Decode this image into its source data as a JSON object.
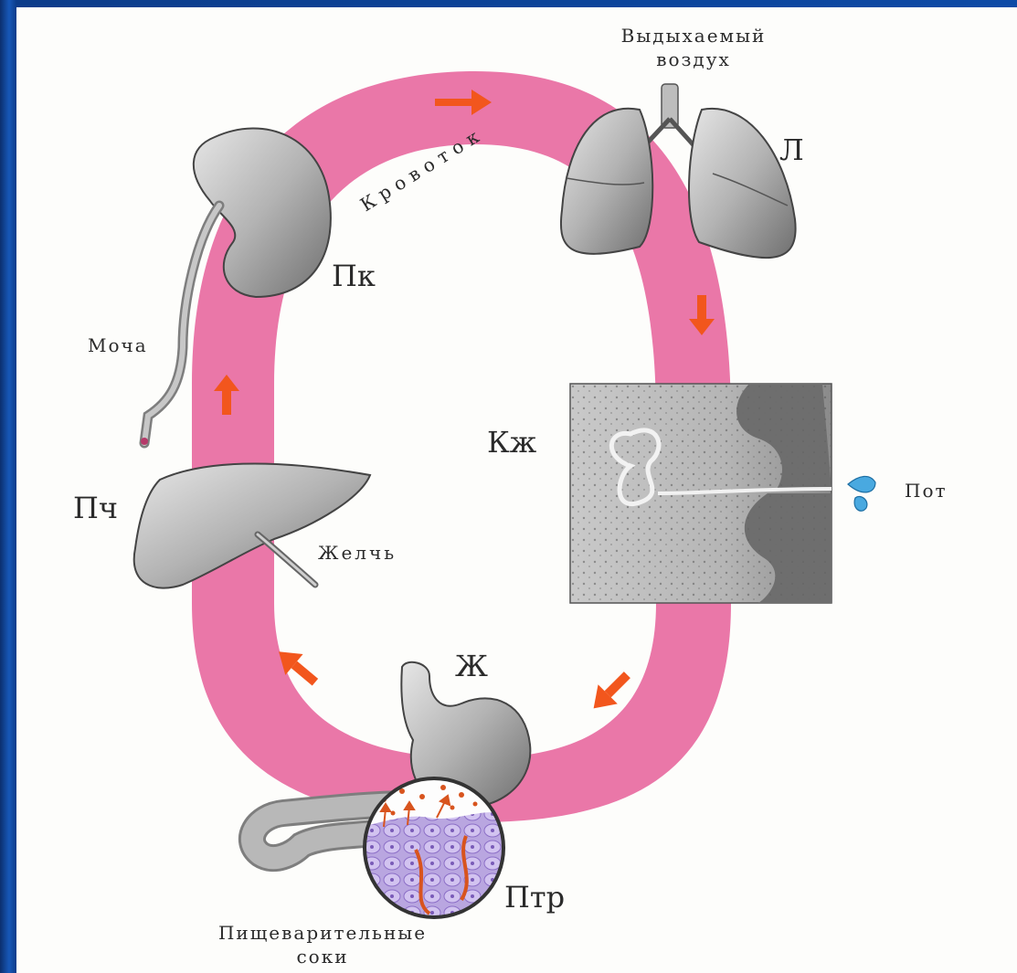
{
  "labels": {
    "exhaled_air_line1": "Выдыхаемый",
    "exhaled_air_line2": "воздух",
    "lungs": "Л",
    "blood_flow": "Кровоток",
    "kidney": "Пк",
    "urine": "Моча",
    "skin": "Кж",
    "sweat": "Пот",
    "liver": "Пч",
    "bile": "Желчь",
    "stomach": "Ж",
    "intestine": "Птр",
    "digestive_juices_line1": "Пищеварительные",
    "digestive_juices_line2": "соки"
  },
  "colors": {
    "ring": "#ea77a8",
    "arrow": "#f2561d",
    "organ": "#a9a9a9",
    "sweat_drop": "#49a9e0",
    "slide_bg": "#0b3f8f"
  }
}
